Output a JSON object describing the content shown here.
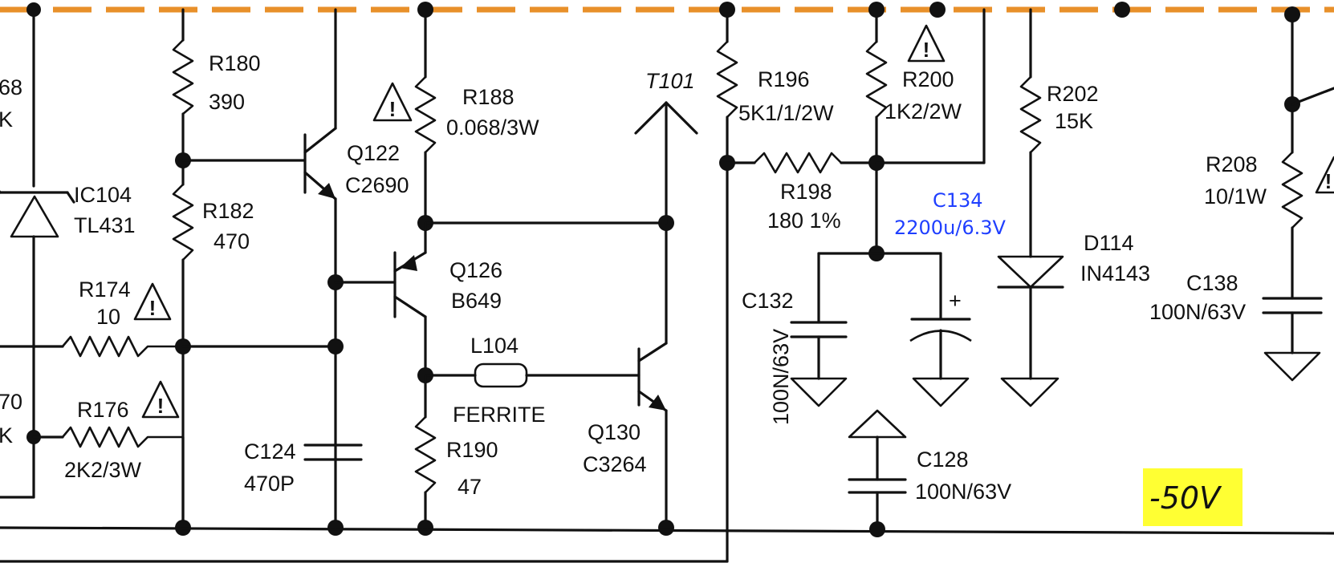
{
  "labels": {
    "r168_partial": "68",
    "k_partial1": "K",
    "r170_partial": "70",
    "k_partial2": "K",
    "ic104_name": "IC104",
    "ic104_part": "TL431",
    "r180_name": "R180",
    "r180_value": "390",
    "r182_name": "R182",
    "r182_value": "470",
    "r174_name": "R174",
    "r174_value": "10",
    "r176_name": "R176",
    "r176_value": "2K2/3W",
    "q122_name": "Q122",
    "q122_part": "C2690",
    "r188_name": "R188",
    "r188_value": "0.068/3W",
    "q126_name": "Q126",
    "q126_part": "B649",
    "l104_name": "L104",
    "l104_note": "FERRITE",
    "r190_name": "R190",
    "r190_value": "47",
    "c124_name": "C124",
    "c124_value": "470P",
    "q130_name": "Q130",
    "q130_part": "C3264",
    "t101_name": "T101",
    "r196_name": "R196",
    "r196_value": "5K1/1/2W",
    "r200_name": "R200",
    "r200_value": "1K2/2W",
    "r198_name": "R198",
    "r198_value": "180 1%",
    "c134_name": "C134",
    "c134_value": "2200u/6.3V",
    "c132_name": "C132",
    "c132_value": "100N/63V",
    "c128_name": "C128",
    "c128_value": "100N/63V",
    "r202_name": "R202",
    "r202_value": "15K",
    "d114_name": "D114",
    "d114_part": "IN4143",
    "r208_name": "R208",
    "r208_value": "10/1W",
    "c138_name": "C138",
    "c138_value": "100N/63V",
    "plus_sign": "+",
    "warning_mark": "!",
    "voltage_tag": "-50V"
  },
  "colors": {
    "rail": "#e8902a",
    "highlight": "#ffff33",
    "annotation_blue": "#1f3fff",
    "ink": "#111111"
  }
}
